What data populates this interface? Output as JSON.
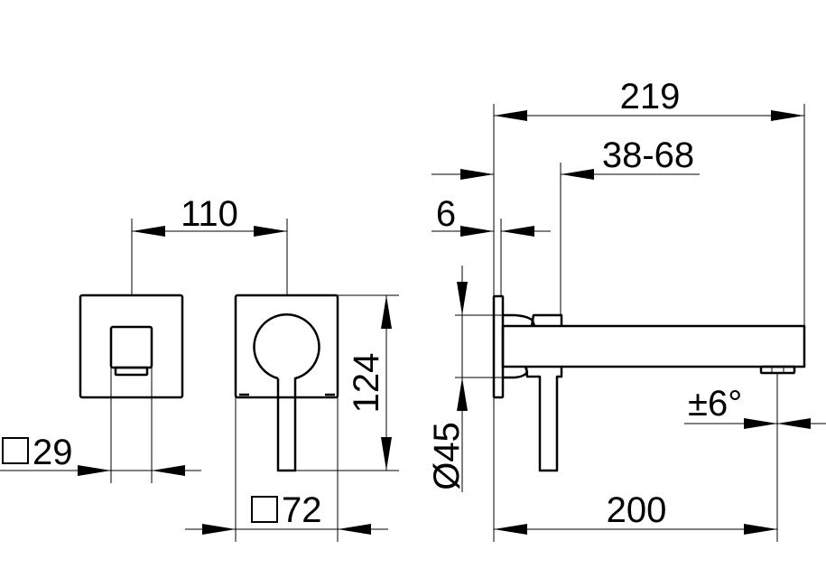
{
  "dimensions": {
    "square_29": "29",
    "square_72": "72",
    "height_124": "124",
    "spacing_110": "110",
    "projection_219": "219",
    "range_38_68": "38-68",
    "plate_6": "6",
    "diameter_45": "Ø45",
    "spout_200": "200",
    "swivel_angle": "±6°"
  }
}
